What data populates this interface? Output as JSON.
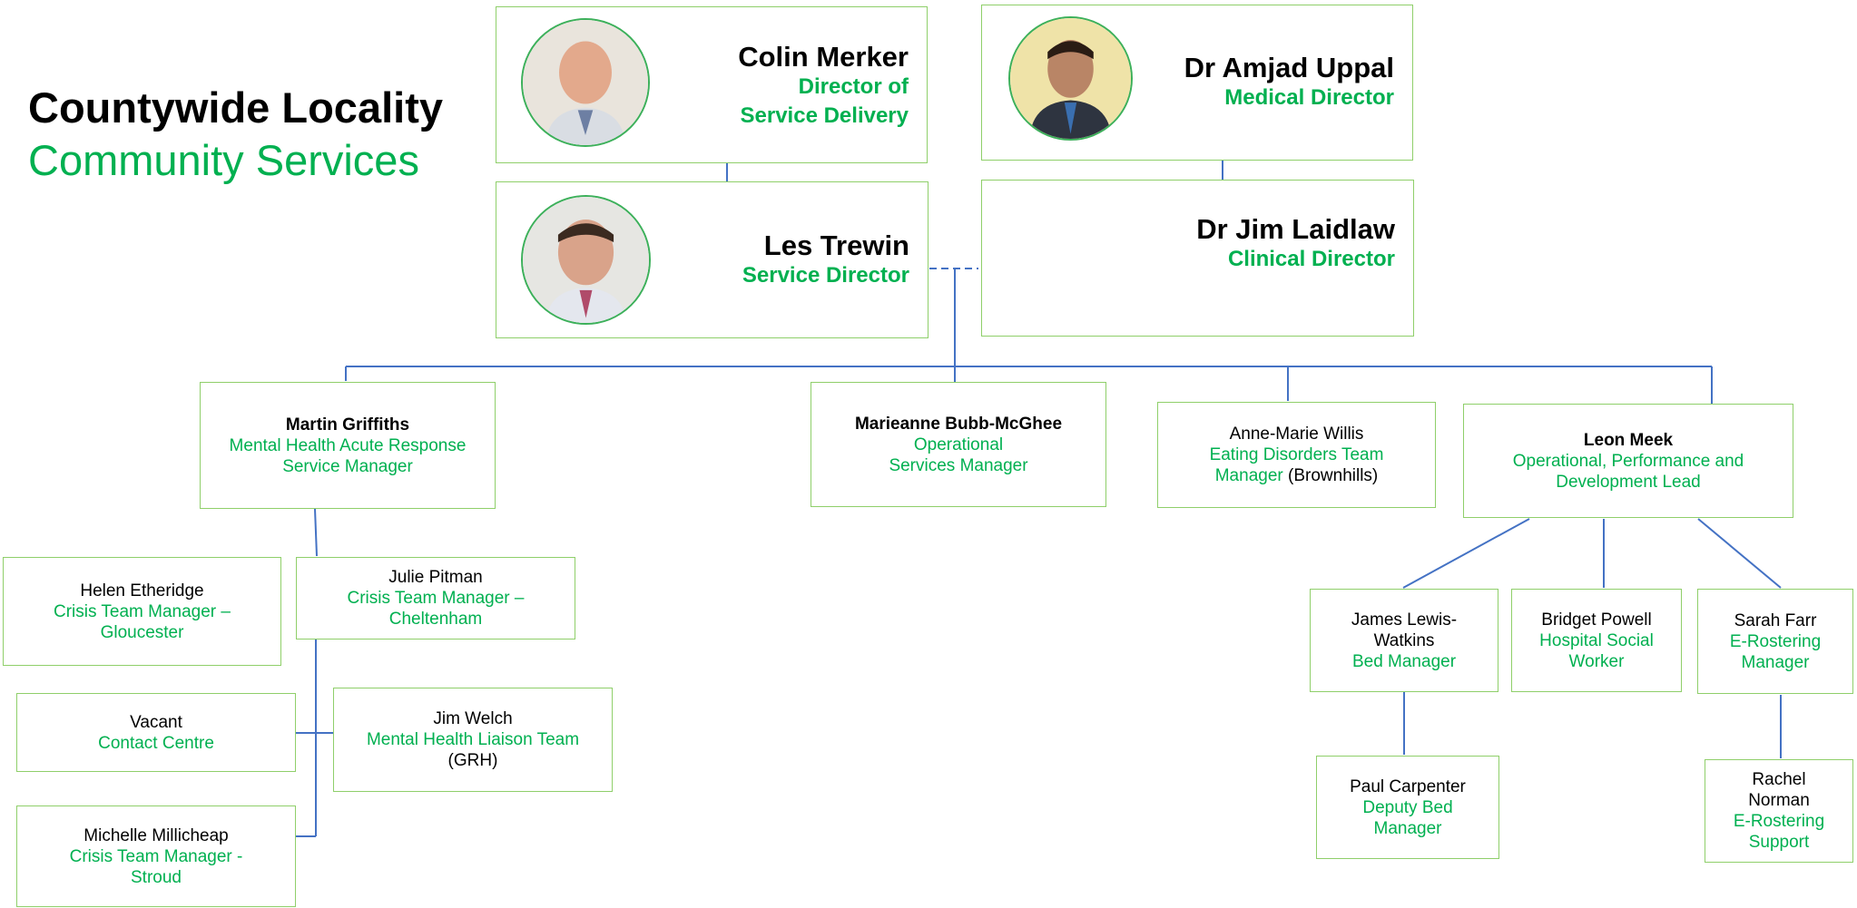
{
  "title": {
    "line1": "Countywide Locality",
    "line2": "Community Services"
  },
  "colors": {
    "accent_green": "#00b050",
    "border_green": "#8fcf6a",
    "line_blue": "#4472c4"
  },
  "leaders": {
    "colin": {
      "name": "Colin Merker",
      "role_line1": "Director of",
      "role_line2": "Service Delivery",
      "photo": "portrait-photo"
    },
    "amjad": {
      "name": "Dr Amjad Uppal",
      "role": "Medical Director",
      "photo": "portrait-photo"
    },
    "les": {
      "name": "Les Trewin",
      "role": "Service Director",
      "photo": "portrait-photo"
    },
    "jim_laidlaw": {
      "name": "Dr Jim Laidlaw",
      "role": "Clinical Director"
    }
  },
  "managers": {
    "martin": {
      "name": "Martin Griffiths",
      "role_line1": "Mental Health Acute Response",
      "role_line2": "Service Manager"
    },
    "marieanne": {
      "name": "Marieanne Bubb-McGhee",
      "role_line1": "Operational",
      "role_line2": "Services Manager"
    },
    "anne_marie": {
      "name": "Anne-Marie Willis",
      "role_line1": "Eating Disorders Team",
      "role_line2": "Manager",
      "location": "(Brownhills)"
    },
    "leon": {
      "name": "Leon Meek",
      "role_line1": "Operational, Performance and",
      "role_line2": "Development Lead"
    }
  },
  "staff": {
    "helen": {
      "name": "Helen Etheridge",
      "role_line1": "Crisis Team Manager –",
      "role_line2": "Gloucester"
    },
    "julie": {
      "name": "Julie Pitman",
      "role_line1": "Crisis Team Manager –",
      "role_line2": "Cheltenham"
    },
    "vacant": {
      "name": "Vacant",
      "role": "Contact Centre"
    },
    "jim_welch": {
      "name": "Jim Welch",
      "role": "Mental Health Liaison Team",
      "location": "(GRH)"
    },
    "michelle": {
      "name": "Michelle Millicheap",
      "role_line1": "Crisis Team Manager -",
      "role_line2": "Stroud"
    },
    "james": {
      "name_line1": "James Lewis-",
      "name_line2": "Watkins",
      "role": "Bed Manager"
    },
    "bridget": {
      "name": "Bridget Powell",
      "role_line1": "Hospital Social",
      "role_line2": "Worker"
    },
    "sarah": {
      "name": "Sarah Farr",
      "role_line1": "E-Rostering",
      "role_line2": "Manager"
    },
    "paul": {
      "name": "Paul Carpenter",
      "role_line1": "Deputy Bed",
      "role_line2": "Manager"
    },
    "rachel": {
      "name_line1": "Rachel",
      "name_line2": "Norman",
      "role_line1": "E-Rostering",
      "role_line2": "Support"
    }
  }
}
